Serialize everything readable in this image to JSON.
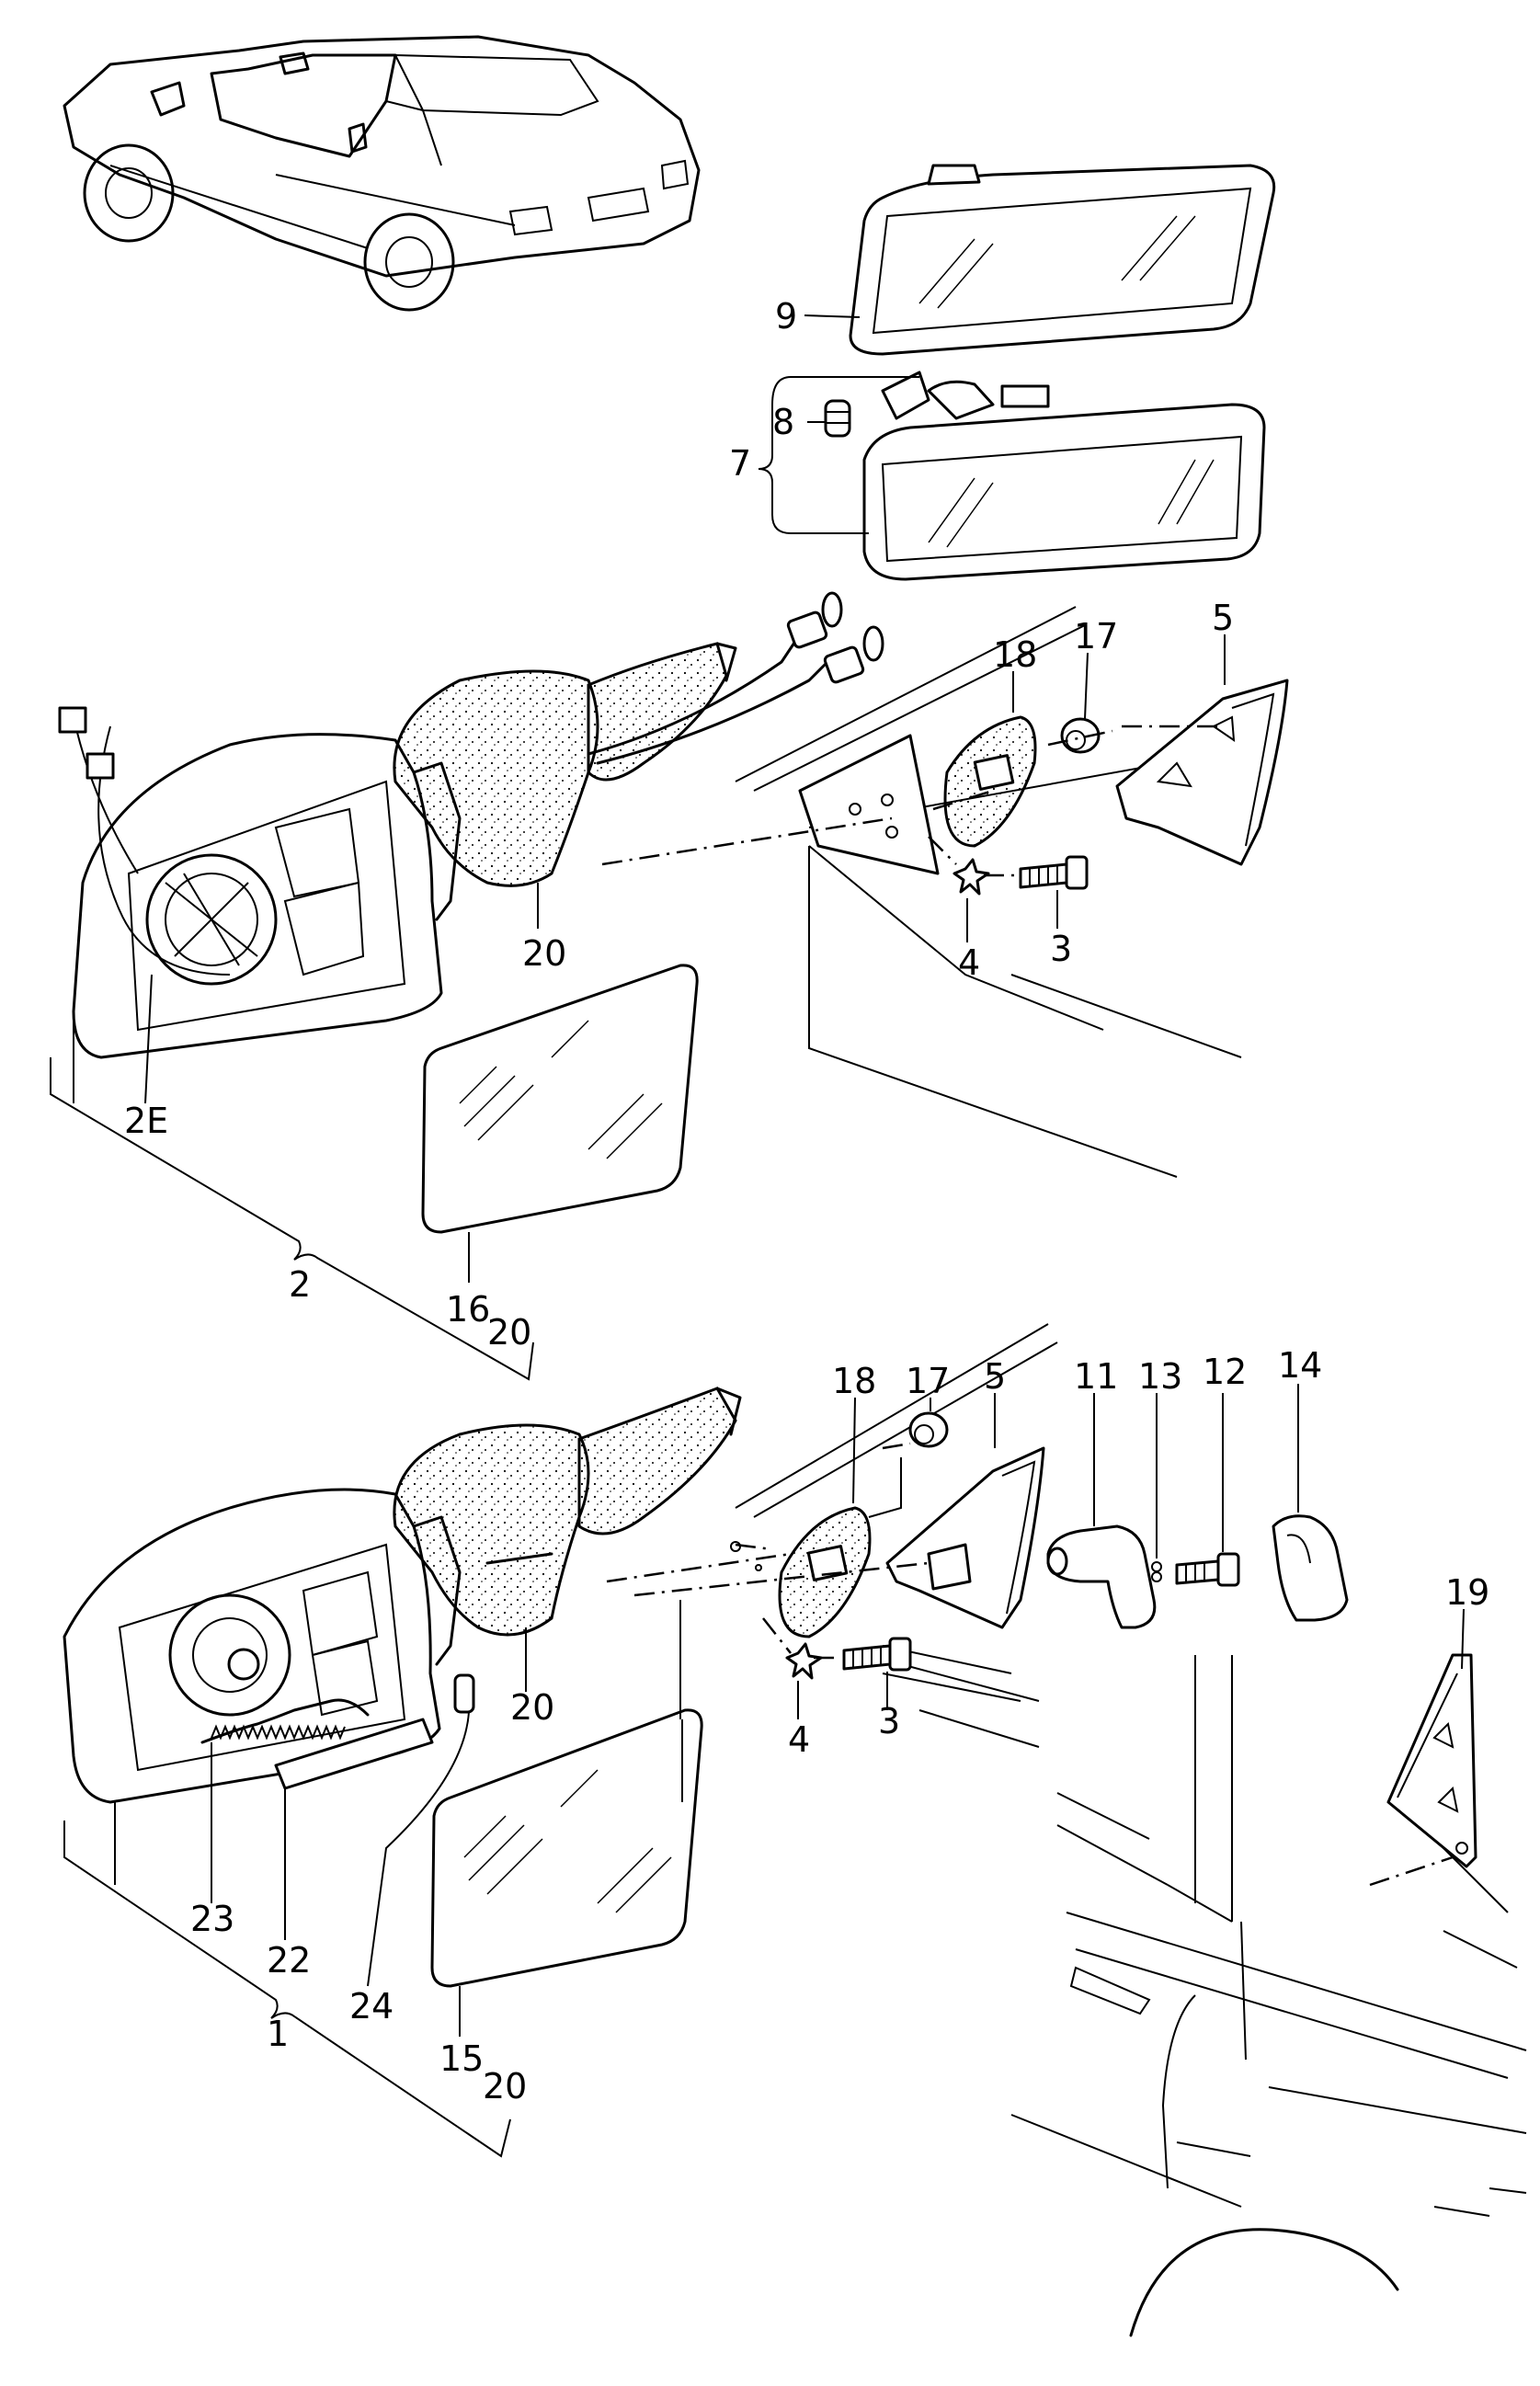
{
  "callouts": {
    "c1": "1",
    "c2": "2",
    "c2E": "2E",
    "c3a": "3",
    "c3b": "3",
    "c4a": "4",
    "c4b": "4",
    "c5a": "5",
    "c5b": "5",
    "c7": "7",
    "c8": "8",
    "c9": "9",
    "c11": "11",
    "c12": "12",
    "c13": "13",
    "c14": "14",
    "c15": "15",
    "c16": "16",
    "c17a": "17",
    "c17b": "17",
    "c18a": "18",
    "c18b": "18",
    "c19": "19",
    "c20a": "20",
    "c20b": "20",
    "c20c": "20",
    "c20d": "20",
    "c22": "22",
    "c23": "23",
    "c24": "24"
  },
  "colors": {
    "ink": "#000000",
    "paper": "#ffffff"
  }
}
